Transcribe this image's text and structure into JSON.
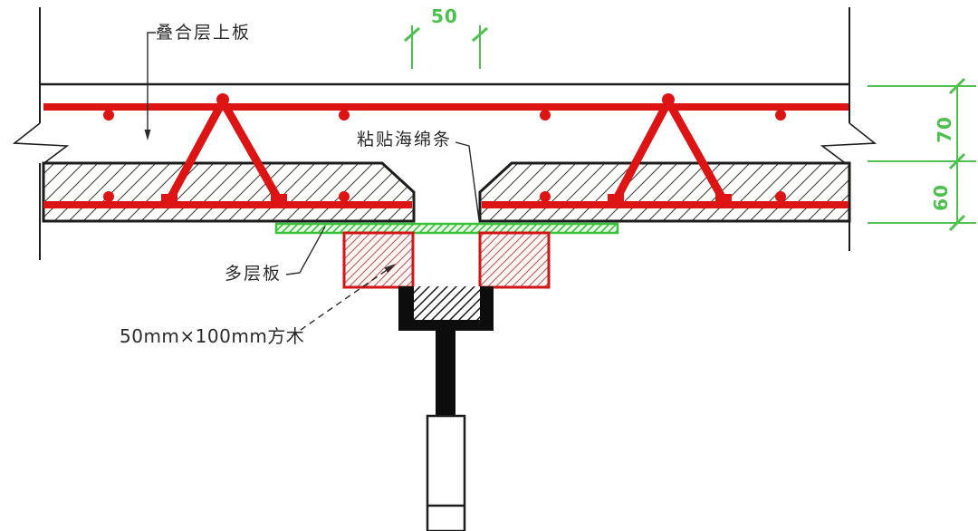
{
  "labels": {
    "top_slab": "叠合层上板",
    "sponge_strip": "粘贴海绵条",
    "plywood": "多层板",
    "square_timber": "50mm×100mm方木"
  },
  "dimensions": {
    "joint_width": "50",
    "topping_thickness": "70",
    "precast_thickness": "60"
  },
  "colors": {
    "rebar_red": "#dd1414",
    "dim_green": "#4ec04e",
    "line_black": "#1c1c1c",
    "plywood_green": "#39c139"
  }
}
